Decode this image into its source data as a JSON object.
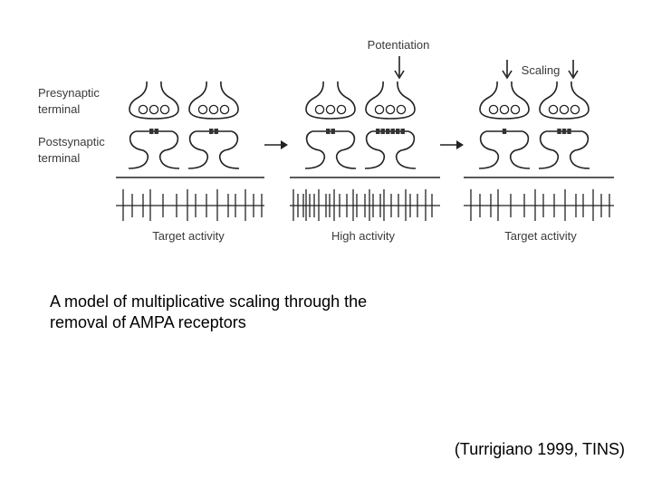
{
  "figure": {
    "labels": {
      "presynaptic": [
        "Presynaptic",
        "terminal"
      ],
      "postsynaptic": [
        "Postsynaptic",
        "terminal"
      ]
    },
    "panels": [
      {
        "top_label": "",
        "bottom_label": "Target activity",
        "receptors": [
          2,
          2
        ],
        "spike_pattern": "regular"
      },
      {
        "top_label": "Potentiation",
        "bottom_label": "High activity",
        "receptors": [
          2,
          6
        ],
        "spike_pattern": "dense"
      },
      {
        "top_label": "Scaling",
        "bottom_label": "Target activity",
        "receptors": [
          1,
          3
        ],
        "spike_pattern": "regular"
      }
    ]
  },
  "caption": [
    "A model of multiplicative scaling through the",
    "removal of AMPA receptors"
  ],
  "citation": "(Turrigiano 1999, TINS)"
}
